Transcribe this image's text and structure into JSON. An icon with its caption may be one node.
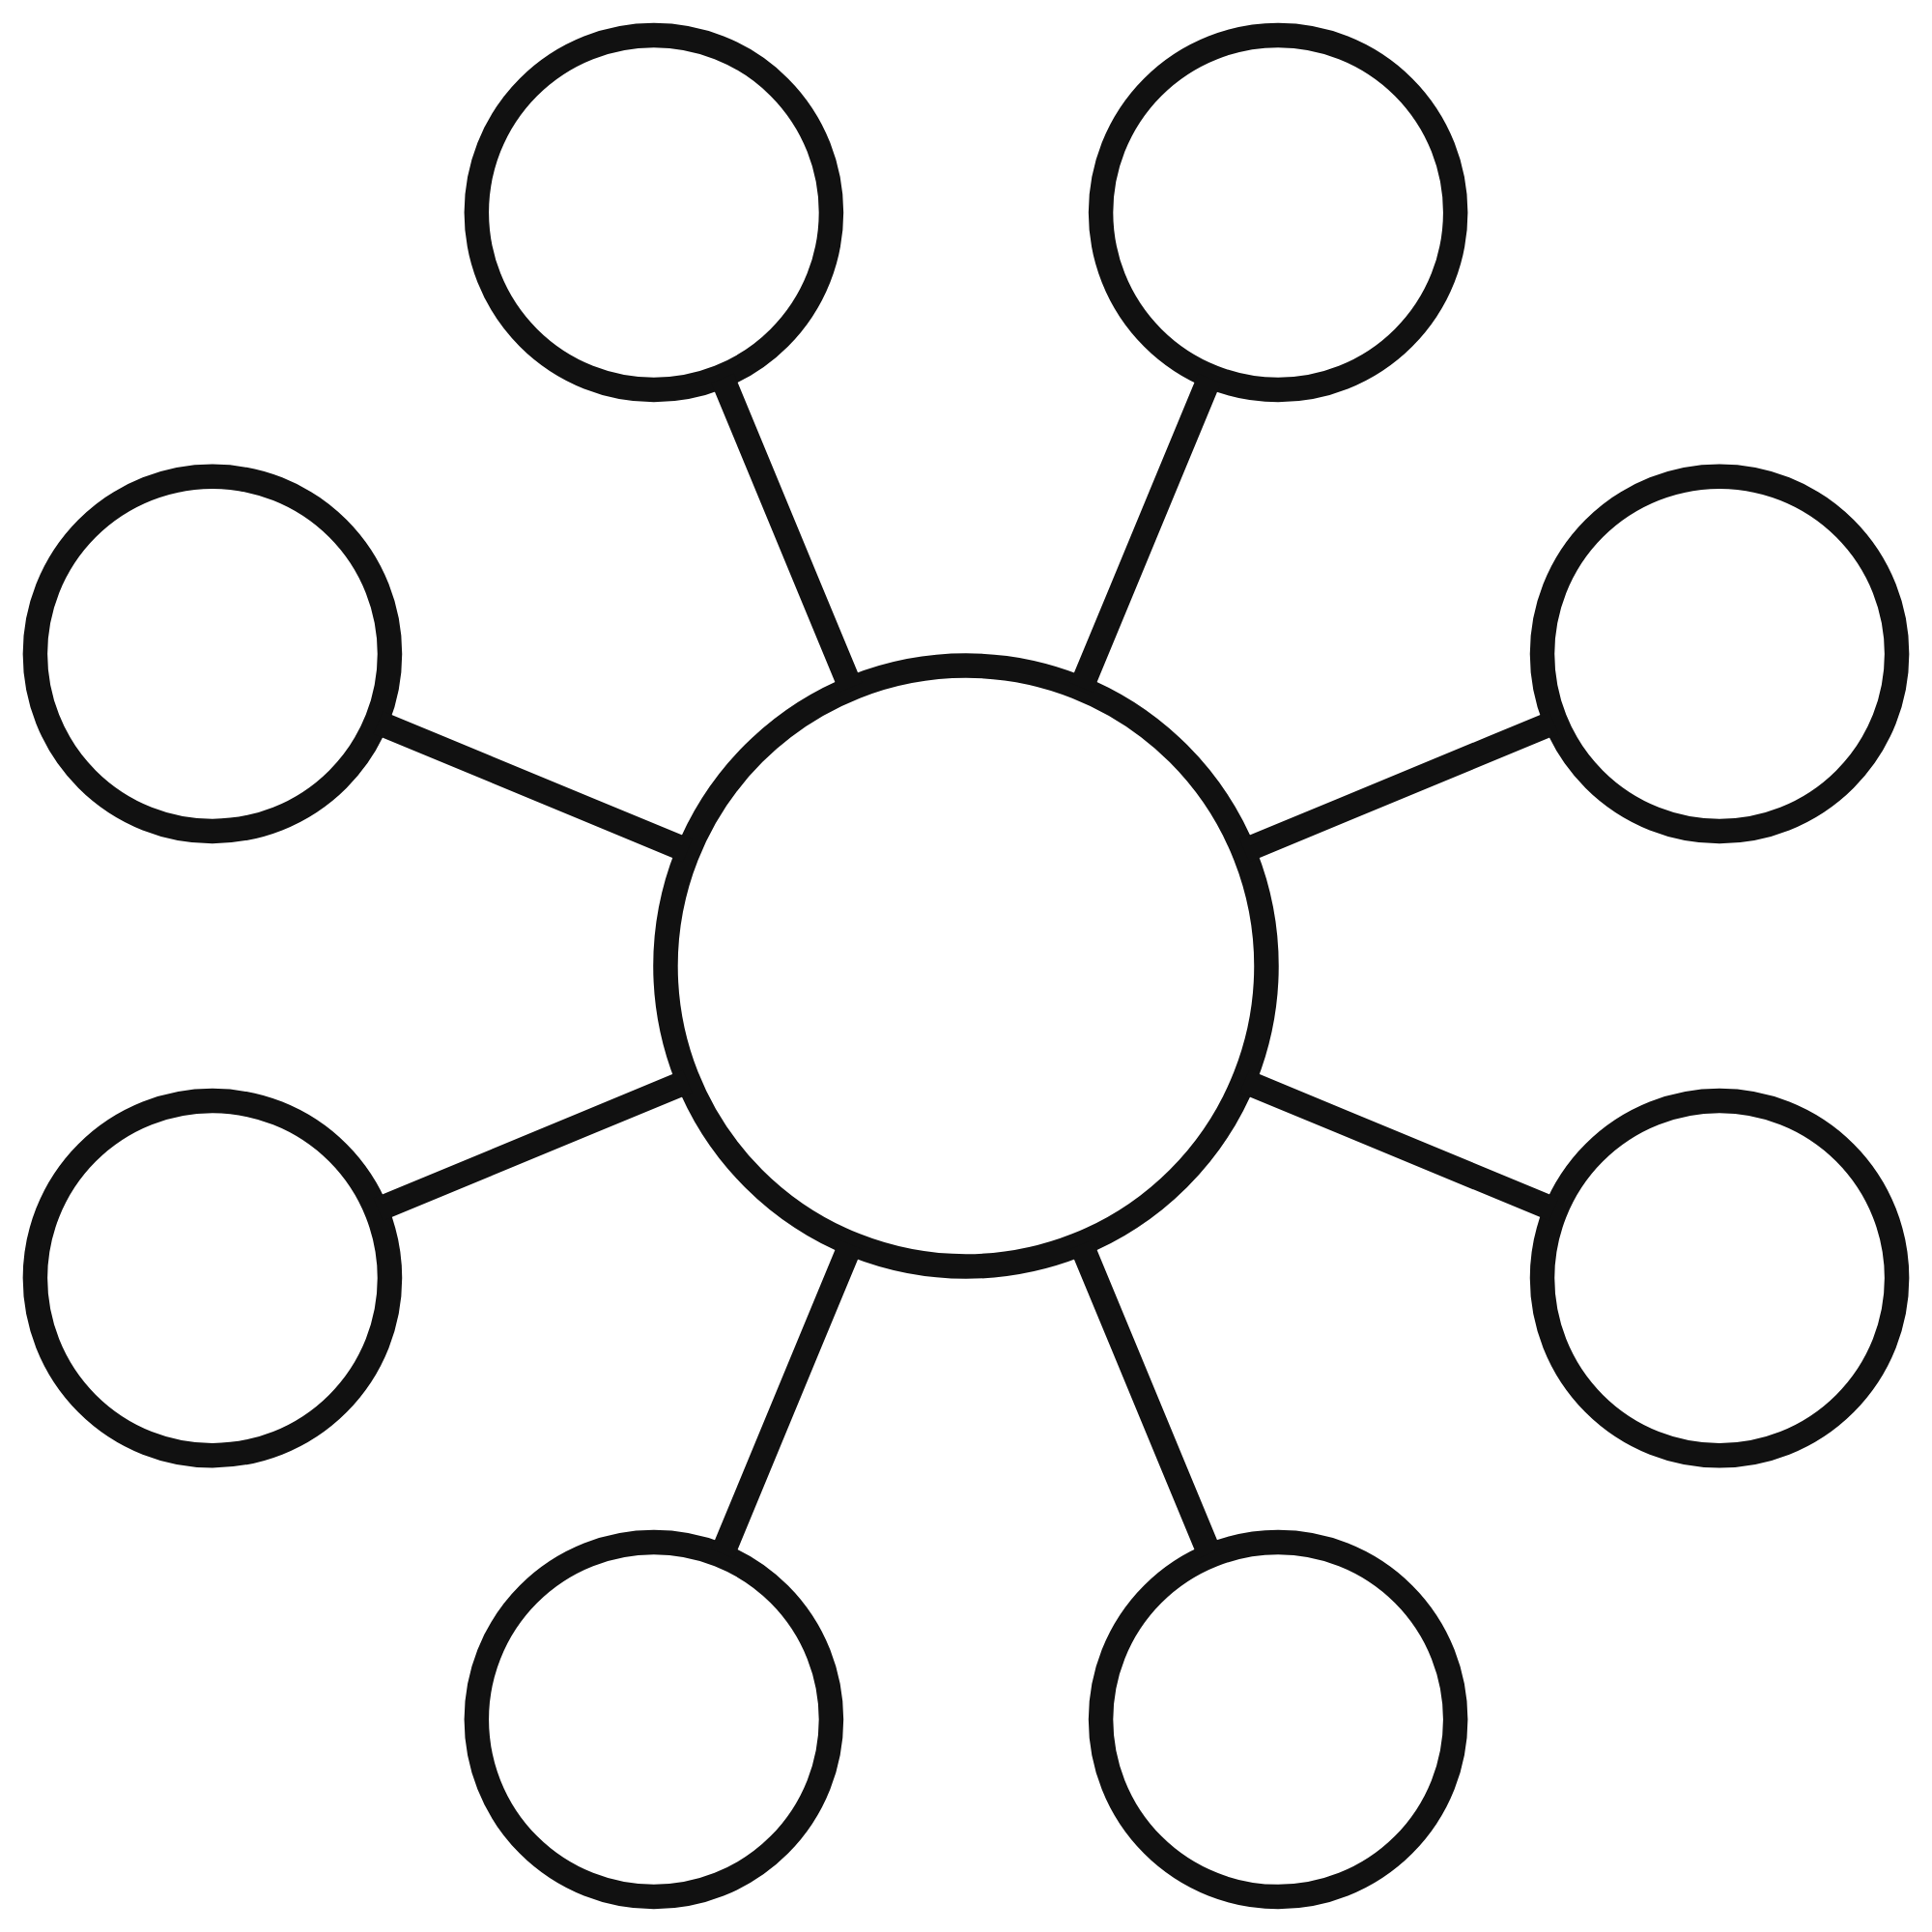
{
  "diagram": {
    "nodes": [
      {
        "text": [],
        "shape": "circle"
      },
      {
        "text": [],
        "shape": "circle"
      },
      {
        "text": [],
        "shape": "circle"
      },
      {
        "text": [],
        "shape": "circle"
      },
      {
        "text": [],
        "shape": "circle"
      },
      {
        "text": [],
        "shape": "circle"
      },
      {
        "text": [],
        "shape": "circle"
      },
      {
        "text": [],
        "shape": "circle"
      },
      {
        "text": [],
        "shape": "circle"
      }
    ],
    "edges": [
      {
        "from": 4,
        "to": 0,
        "arrow": "none"
      },
      {
        "from": 4,
        "to": 2,
        "arrow": "none"
      },
      {
        "from": 4,
        "to": 5,
        "arrow": "none"
      },
      {
        "from": 4,
        "to": 7,
        "arrow": "none"
      },
      {
        "from": 4,
        "to": 8,
        "arrow": "none"
      },
      {
        "from": 4,
        "to": 6,
        "arrow": "none"
      },
      {
        "from": 4,
        "to": 3,
        "arrow": "none"
      },
      {
        "from": 4,
        "to": 1,
        "arrow": "none"
      }
    ]
  }
}
